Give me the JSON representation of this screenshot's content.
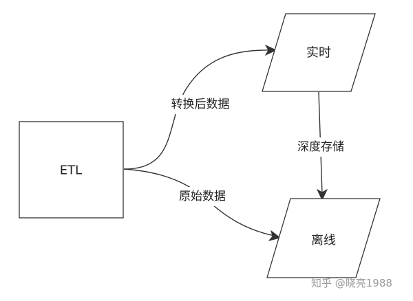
{
  "nodes": {
    "etl": {
      "label": "ETL"
    },
    "realtime": {
      "label": "实时"
    },
    "offline": {
      "label": "离线"
    }
  },
  "edges": {
    "transformed": {
      "label": "转换后数据",
      "from": "ETL",
      "to": "实时"
    },
    "raw": {
      "label": "原始数据",
      "from": "ETL",
      "to": "离线"
    },
    "deep_storage": {
      "label": "深度存储",
      "from": "实时",
      "to": "离线"
    }
  },
  "watermark": {
    "text": "知乎 @晓亮1988"
  },
  "colors": {
    "stroke": "#333333",
    "fill": "#ffffff",
    "text": "#222222",
    "watermark": "#9a9a9a"
  }
}
